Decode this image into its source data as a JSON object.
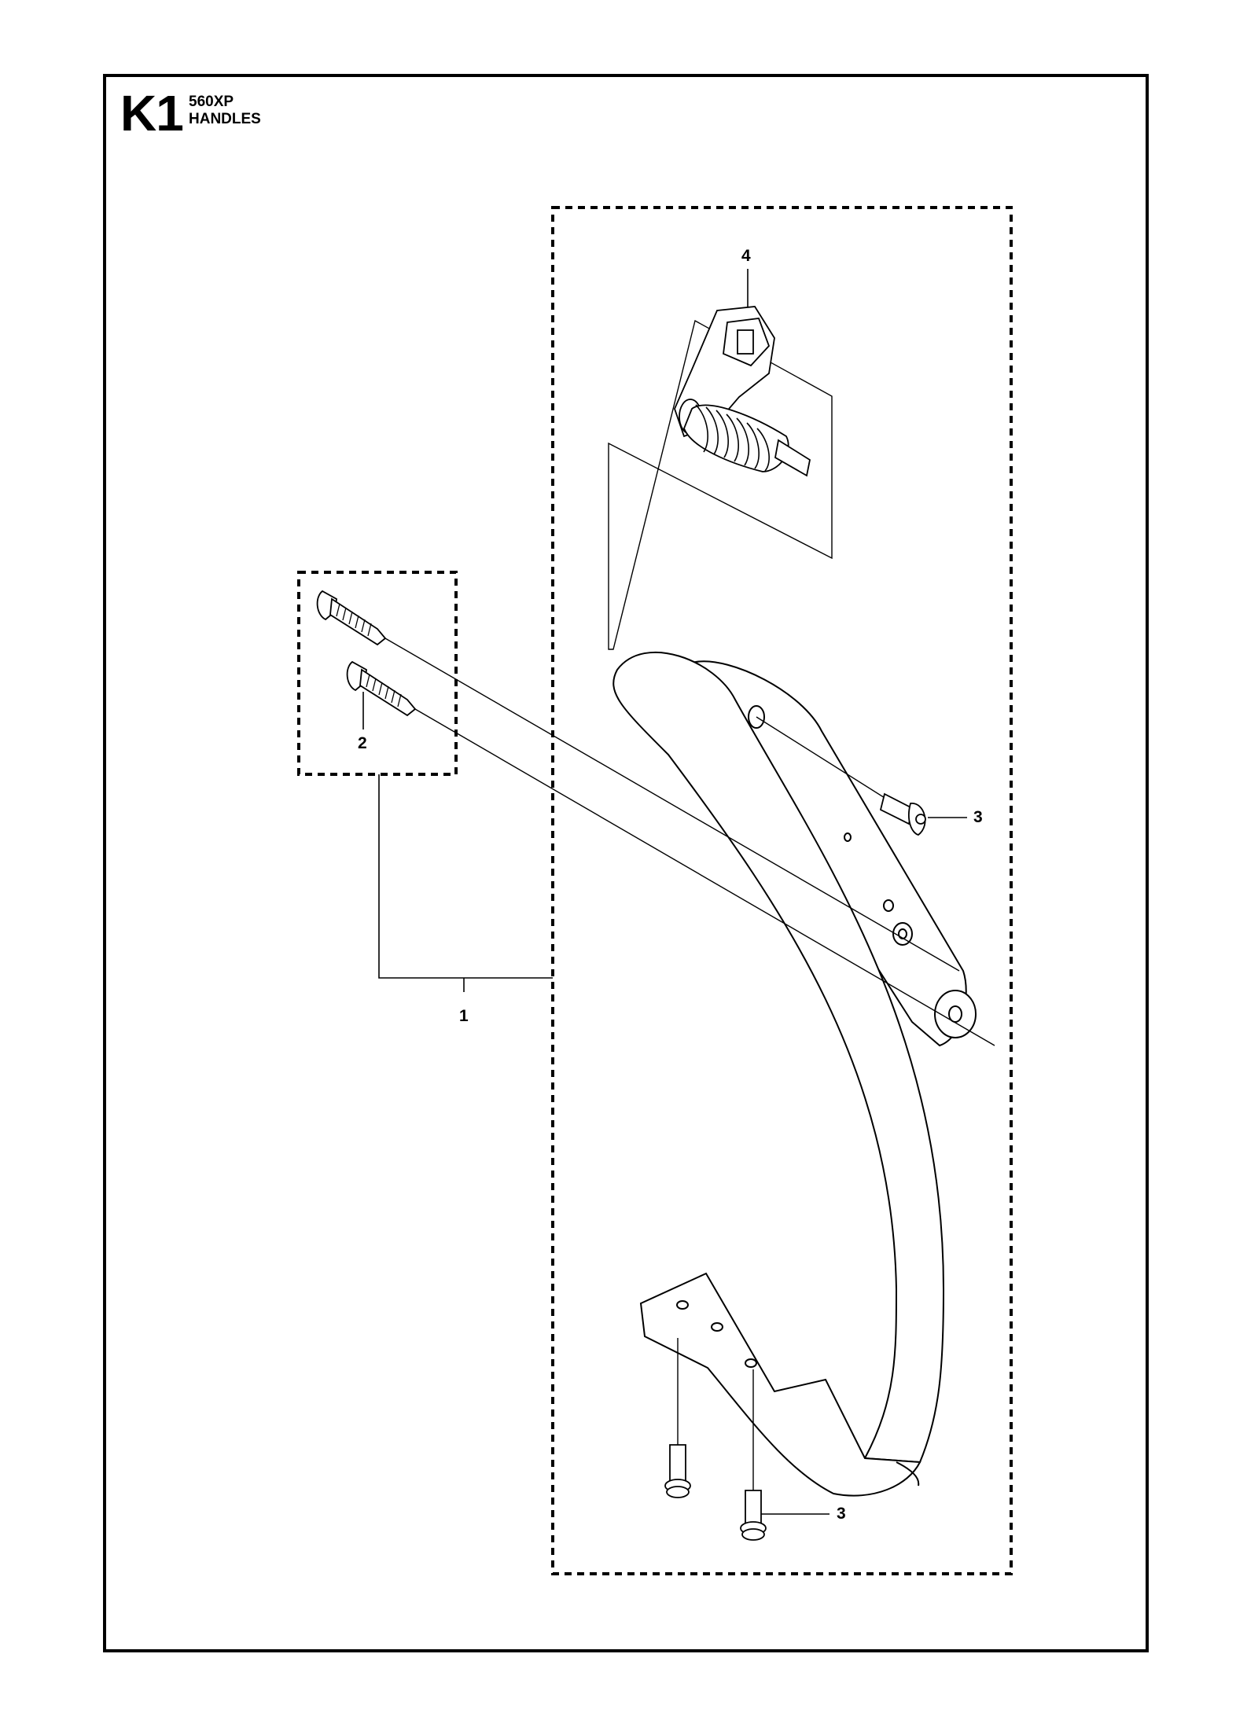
{
  "header": {
    "code": "K1",
    "model": "560XP",
    "title": "HANDLES"
  },
  "callouts": {
    "c1": "1",
    "c2": "2",
    "c3a": "3",
    "c3b": "3",
    "c4": "4"
  }
}
